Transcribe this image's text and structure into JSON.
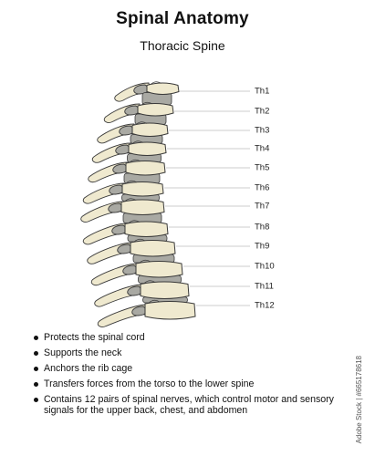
{
  "header": {
    "title": "Spinal Anatomy",
    "subtitle": "Thoracic Spine"
  },
  "colors": {
    "bone": "#efe9cf",
    "disc": "#a9a9a3",
    "outline": "#3a3a3a",
    "leader": "#bdbdbd"
  },
  "vertebrae": [
    "Th1",
    "Th2",
    "Th3",
    "Th4",
    "Th5",
    "Th6",
    "Th7",
    "Th8",
    "Th9",
    "Th10",
    "Th11",
    "Th12"
  ],
  "bullets": [
    "Protects the spinal cord",
    "Supports the neck",
    "Anchors the rib cage",
    "Transfers forces from the torso to the lower spine",
    "Contains 12 pairs of spinal nerves, which control motor and sensory signals for the upper back, chest, and abdomen"
  ],
  "stock_id": "Adobe Stock | #665178618"
}
